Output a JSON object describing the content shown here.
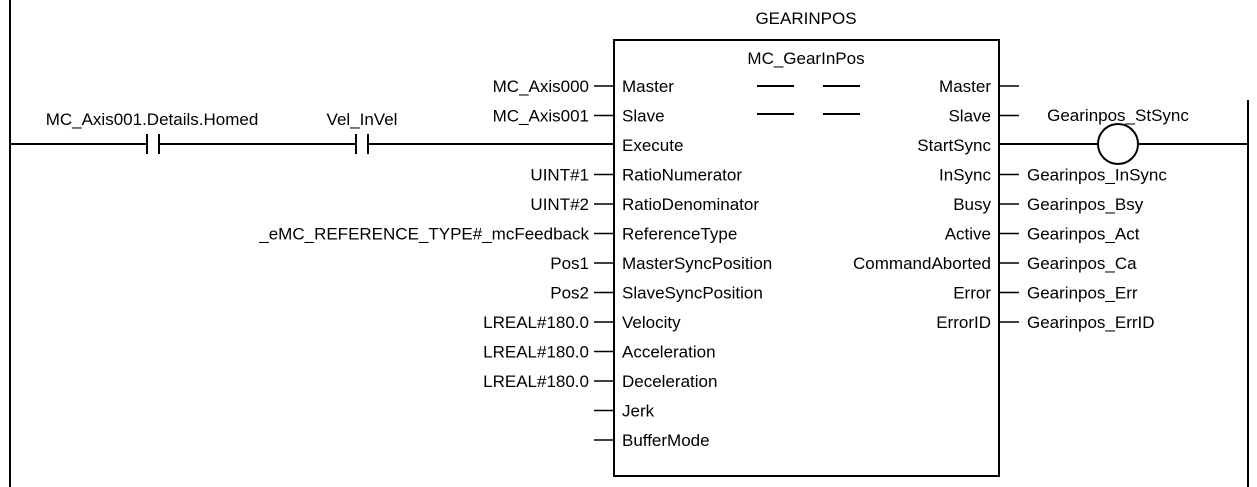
{
  "instance_name": "GEARINPOS",
  "function_block": {
    "type_name": "MC_GearInPos",
    "inputs": [
      {
        "pin": "Master",
        "arg": "MC_Axis000"
      },
      {
        "pin": "Slave",
        "arg": "MC_Axis001"
      },
      {
        "pin": "Execute",
        "arg": ""
      },
      {
        "pin": "RatioNumerator",
        "arg": "UINT#1"
      },
      {
        "pin": "RatioDenominator",
        "arg": "UINT#2"
      },
      {
        "pin": "ReferenceType",
        "arg": "_eMC_REFERENCE_TYPE#_mcFeedback"
      },
      {
        "pin": "MasterSyncPosition",
        "arg": "Pos1"
      },
      {
        "pin": "SlaveSyncPosition",
        "arg": "Pos2"
      },
      {
        "pin": "Velocity",
        "arg": "LREAL#180.0"
      },
      {
        "pin": "Acceleration",
        "arg": "LREAL#180.0"
      },
      {
        "pin": "Deceleration",
        "arg": "LREAL#180.0"
      },
      {
        "pin": "Jerk",
        "arg": ""
      },
      {
        "pin": "BufferMode",
        "arg": ""
      }
    ],
    "outputs": [
      {
        "pin": "Master",
        "var": ""
      },
      {
        "pin": "Slave",
        "var": ""
      },
      {
        "pin": "StartSync",
        "var": ""
      },
      {
        "pin": "InSync",
        "var": "Gearinpos_InSync"
      },
      {
        "pin": "Busy",
        "var": "Gearinpos_Bsy"
      },
      {
        "pin": "Active",
        "var": "Gearinpos_Act"
      },
      {
        "pin": "CommandAborted",
        "var": "Gearinpos_Ca"
      },
      {
        "pin": "Error",
        "var": "Gearinpos_Err"
      },
      {
        "pin": "ErrorID",
        "var": "Gearinpos_ErrID"
      }
    ]
  },
  "contacts": [
    {
      "name": "MC_Axis001.Details.Homed",
      "kind": "normally-open"
    },
    {
      "name": "Vel_InVel",
      "kind": "normally-open"
    }
  ],
  "coil": {
    "name": "Gearinpos_StSync",
    "kind": "output-coil"
  }
}
